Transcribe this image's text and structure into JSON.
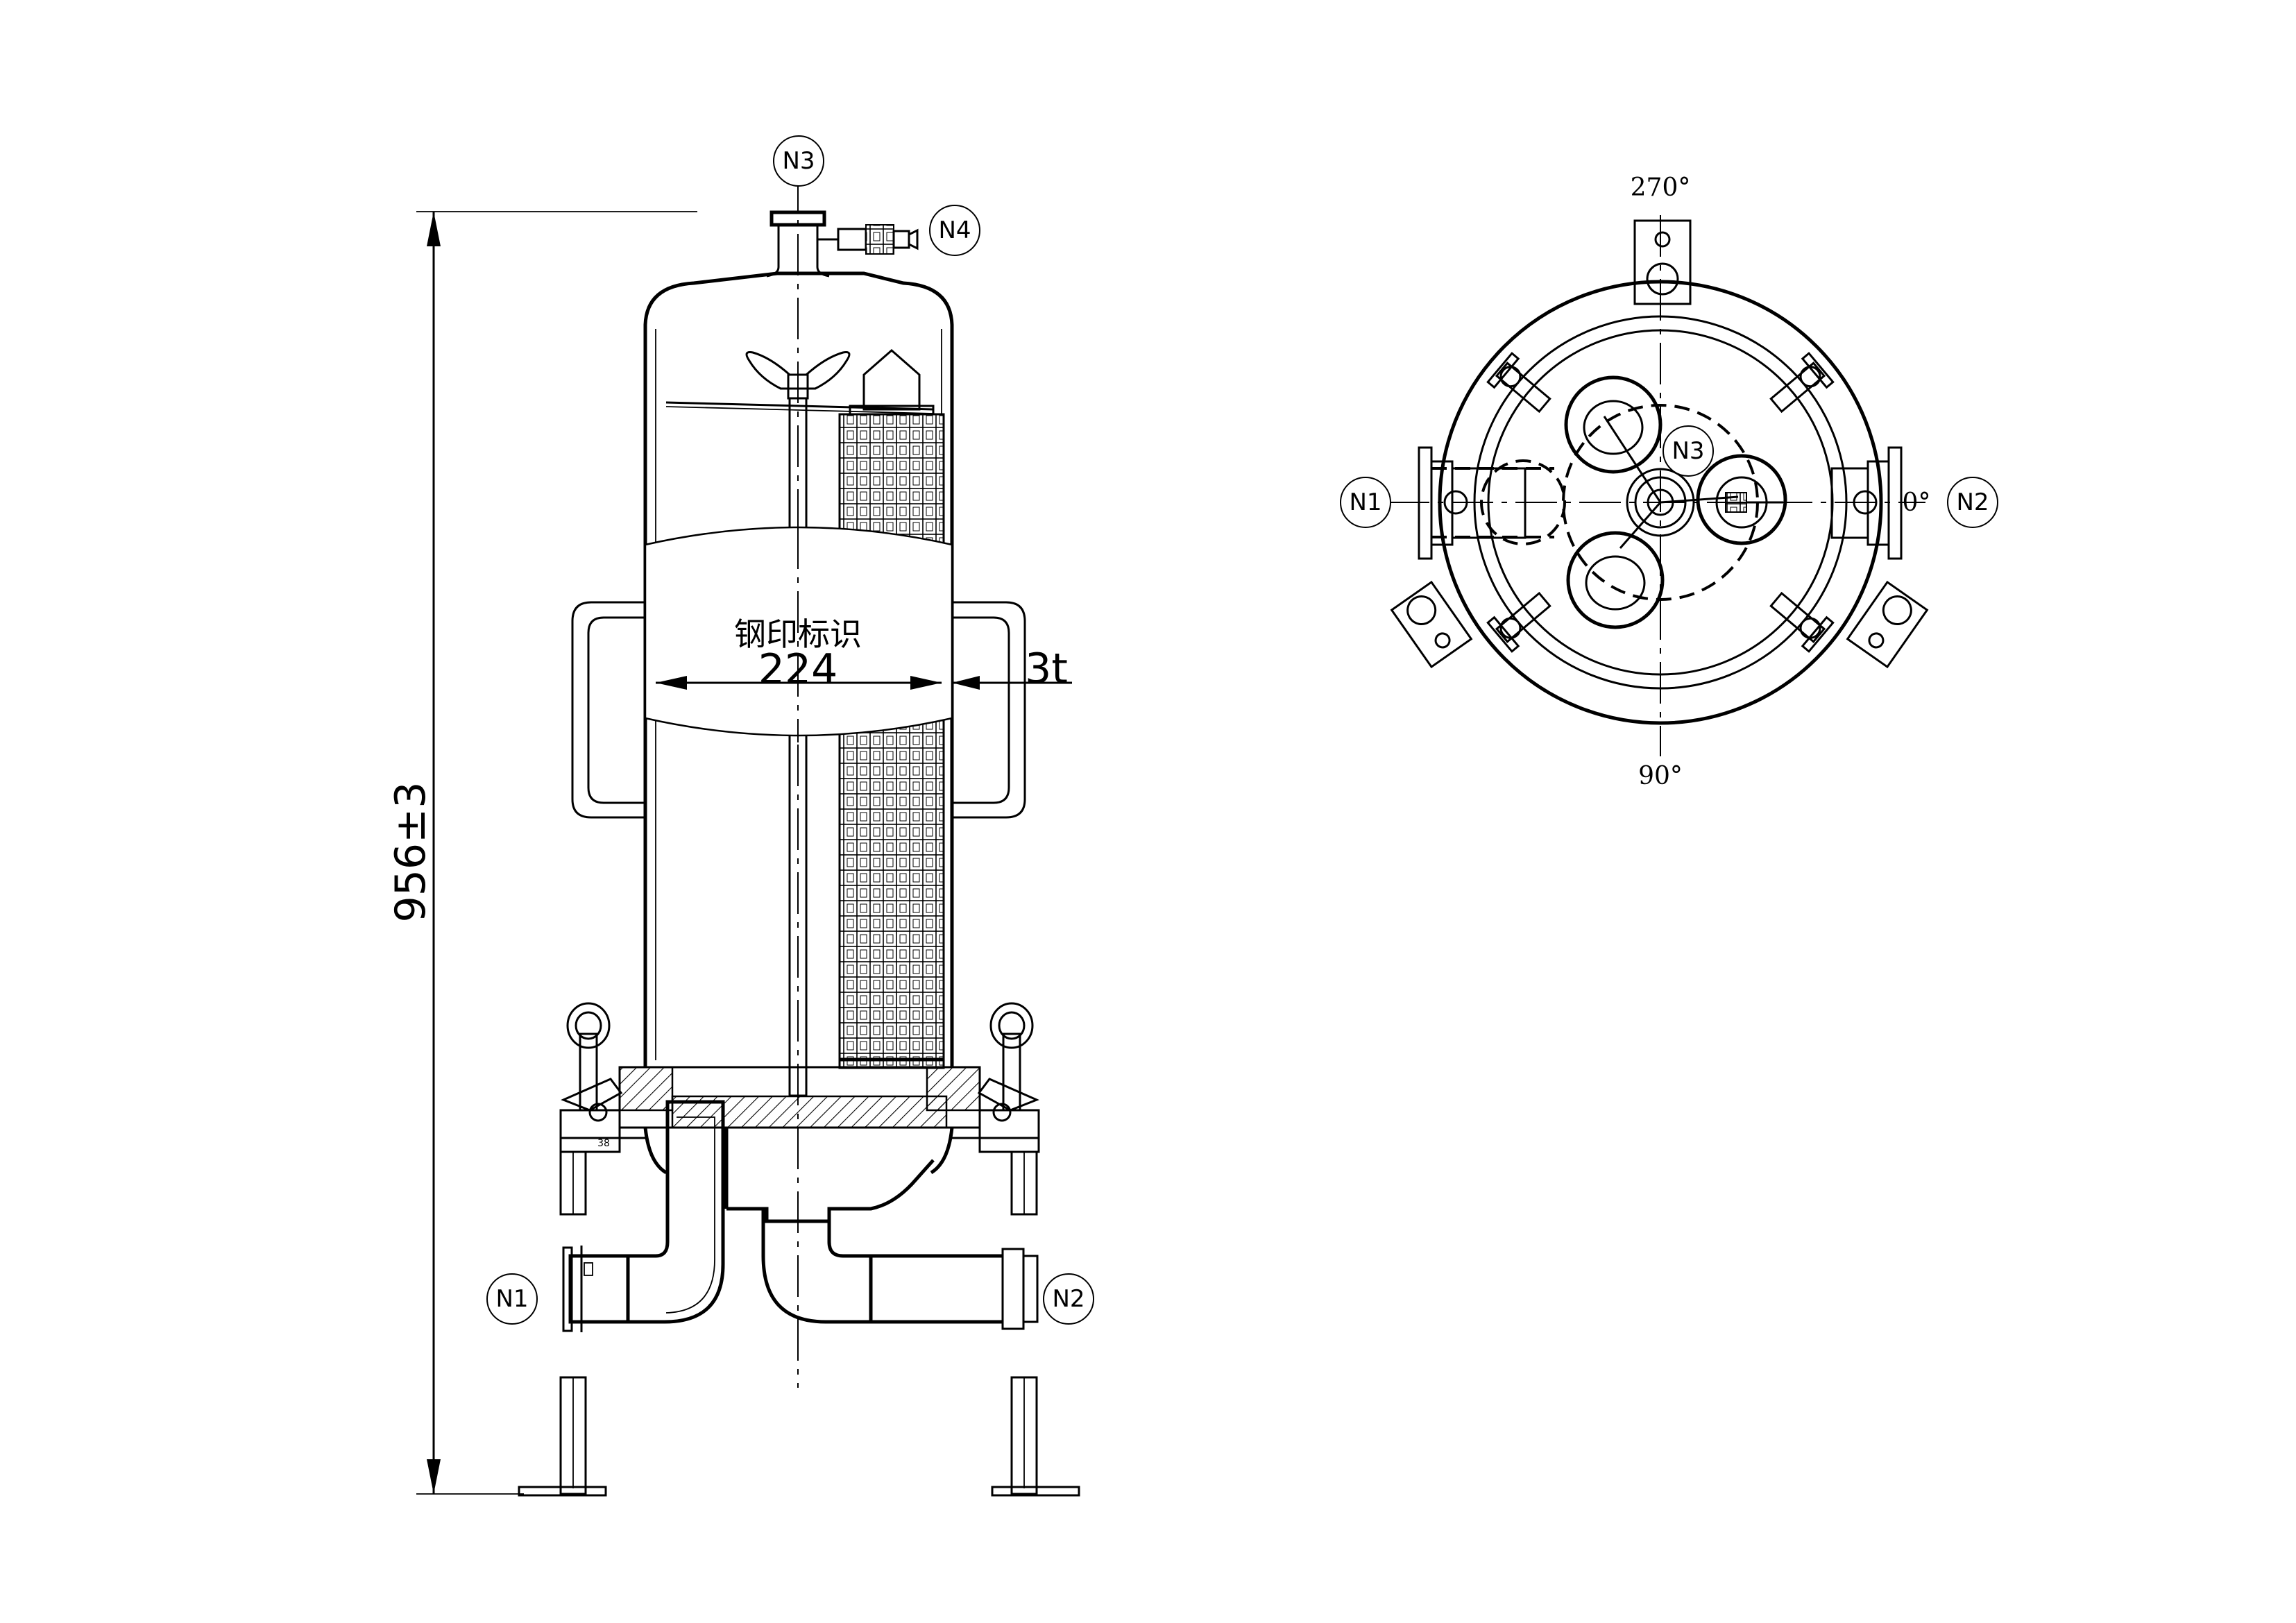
{
  "front_view": {
    "nozzle_top": "N3",
    "nozzle_vent": "N4",
    "nozzle_inlet": "N1",
    "nozzle_outlet": "N2",
    "stamp_label": "钢印标识",
    "diameter_dim": "224",
    "thickness_dim": "3t",
    "height_dim": "956±3"
  },
  "top_view": {
    "nozzle_left": "N1",
    "nozzle_right": "N2",
    "nozzle_center": "N3",
    "angle_top": "270°",
    "angle_bottom": "90°",
    "angle_right": "0°"
  }
}
